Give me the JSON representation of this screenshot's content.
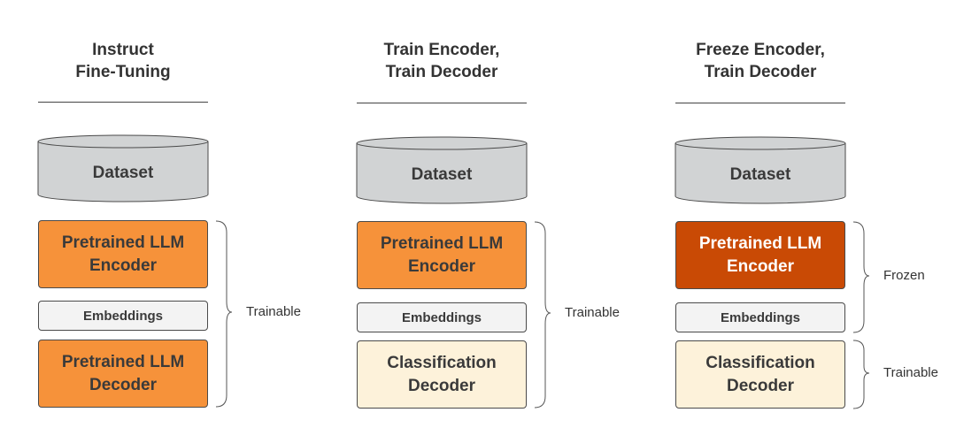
{
  "columns": [
    {
      "title_line1": "Instruct",
      "title_line2": "Fine-Tuning",
      "dataset": "Dataset",
      "encoder_line1": "Pretrained LLM",
      "encoder_line2": "Encoder",
      "embeddings": "Embeddings",
      "decoder_line1": "Pretrained LLM",
      "decoder_line2": "Decoder",
      "brace_label": "Trainable"
    },
    {
      "title_line1": "Train Encoder,",
      "title_line2": "Train Decoder",
      "dataset": "Dataset",
      "encoder_line1": "Pretrained LLM",
      "encoder_line2": "Encoder",
      "embeddings": "Embeddings",
      "decoder_line1": "Classification",
      "decoder_line2": "Decoder",
      "brace_label": "Trainable"
    },
    {
      "title_line1": "Freeze Encoder,",
      "title_line2": "Train Decoder",
      "dataset": "Dataset",
      "encoder_line1": "Pretrained LLM",
      "encoder_line2": "Encoder",
      "embeddings": "Embeddings",
      "decoder_line1": "Classification",
      "decoder_line2": "Decoder",
      "brace_label_top": "Frozen",
      "brace_label_bottom": "Trainable"
    }
  ],
  "colors": {
    "pretrained": "#f6923a",
    "frozen": "#c94a05",
    "embeddings": "#f3f3f3",
    "classification": "#fdf2da",
    "dataset": "#d1d3d4"
  }
}
